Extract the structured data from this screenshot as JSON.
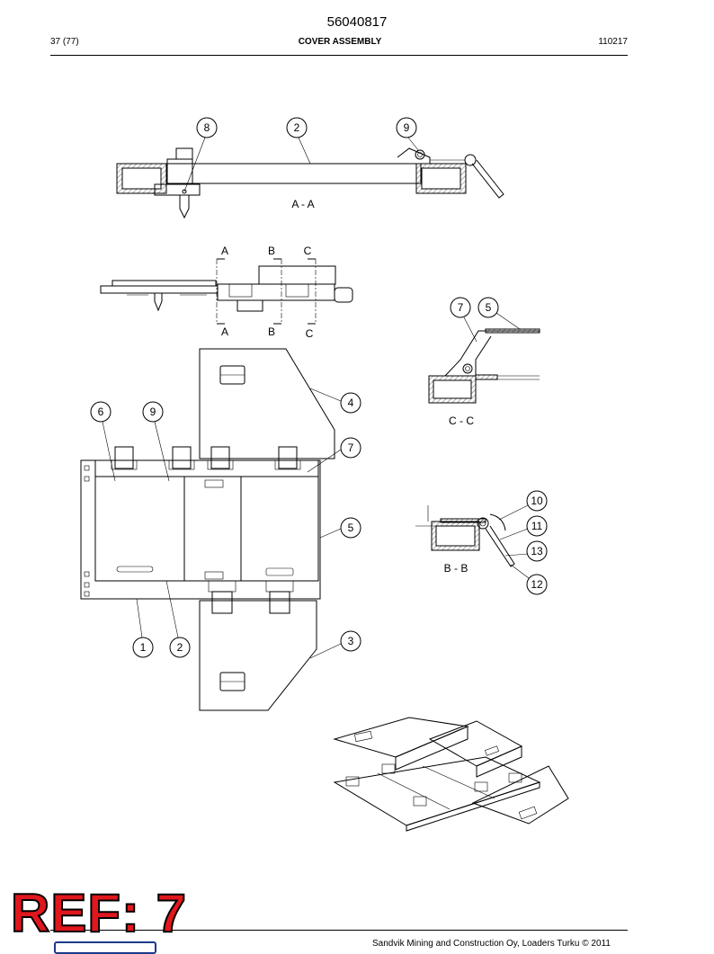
{
  "header": {
    "doc_number": "56040817",
    "page_count": "37 (77)",
    "title": "COVER ASSEMBLY",
    "revision": "110217"
  },
  "views": {
    "section_aa": "A - A",
    "section_cc": "C - C",
    "section_bb": "B - B",
    "cut_a": "A",
    "cut_b": "B",
    "cut_c": "C"
  },
  "callouts": {
    "c1": "1",
    "c2": "2",
    "c2_top": "2",
    "c3": "3",
    "c4": "4",
    "c5": "5",
    "c5_cc": "5",
    "c6": "6",
    "c7": "7",
    "c7_cc": "7",
    "c8": "8",
    "c9": "9",
    "c9_top": "9",
    "c10": "10",
    "c11": "11",
    "c12": "12",
    "c13": "13"
  },
  "footer": {
    "copyright": "Sandvik Mining and Construction Oy, Loaders Turku © 2011"
  },
  "stamp": {
    "ref_text": "REF: 7"
  }
}
